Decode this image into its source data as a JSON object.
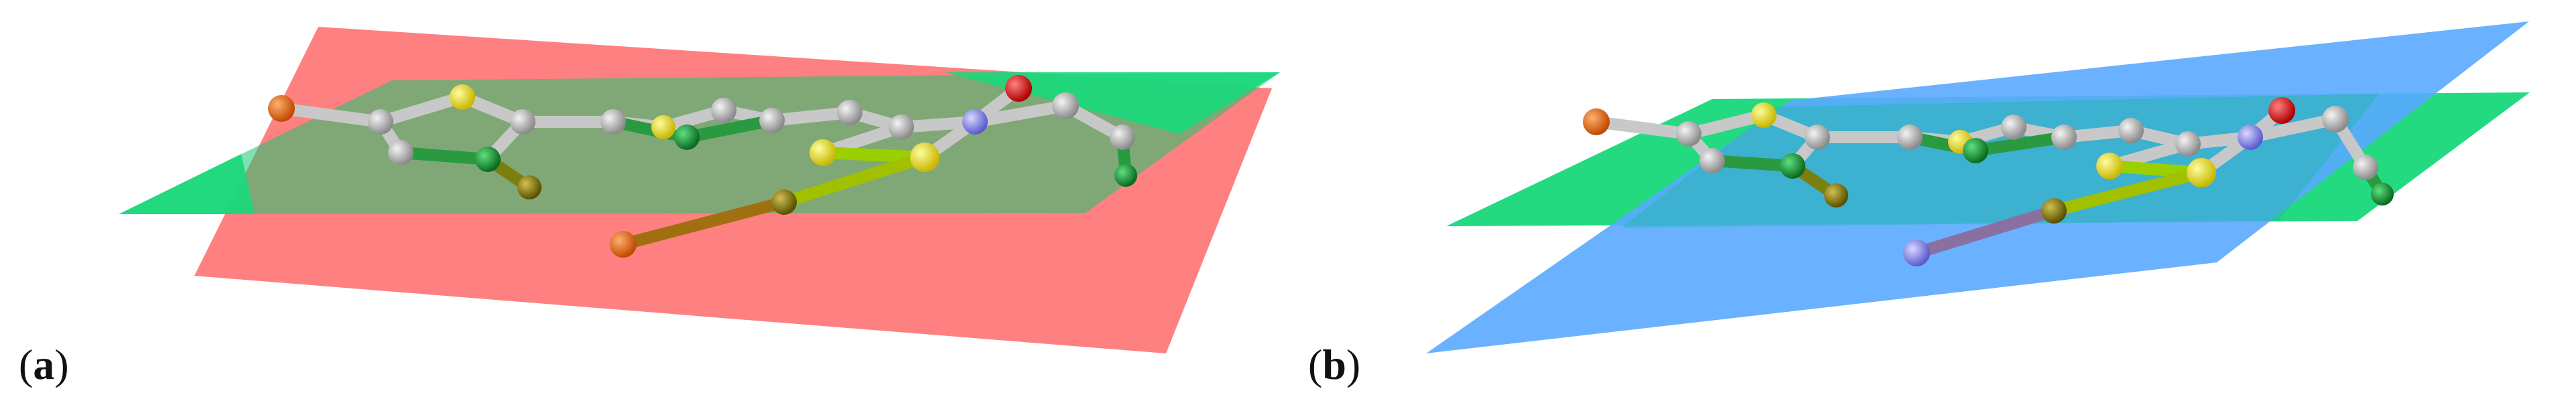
{
  "panels": [
    {
      "id": "a",
      "label": "a"
    },
    {
      "id": "b",
      "label": "b"
    }
  ],
  "colors": {
    "plane_red": "#ff6e6e",
    "plane_green": "#17d87a",
    "plane_blue": "#5aa8ff",
    "atom_carbon": "#b8b8b8",
    "atom_sulfur": "#f6f000",
    "atom_oxygen": "#e00000",
    "atom_nitrogen": "#8d8dff",
    "atom_halogen_orange": "#f07020",
    "atom_green": "#1a9a3a",
    "atom_olive": "#8a7a10"
  }
}
